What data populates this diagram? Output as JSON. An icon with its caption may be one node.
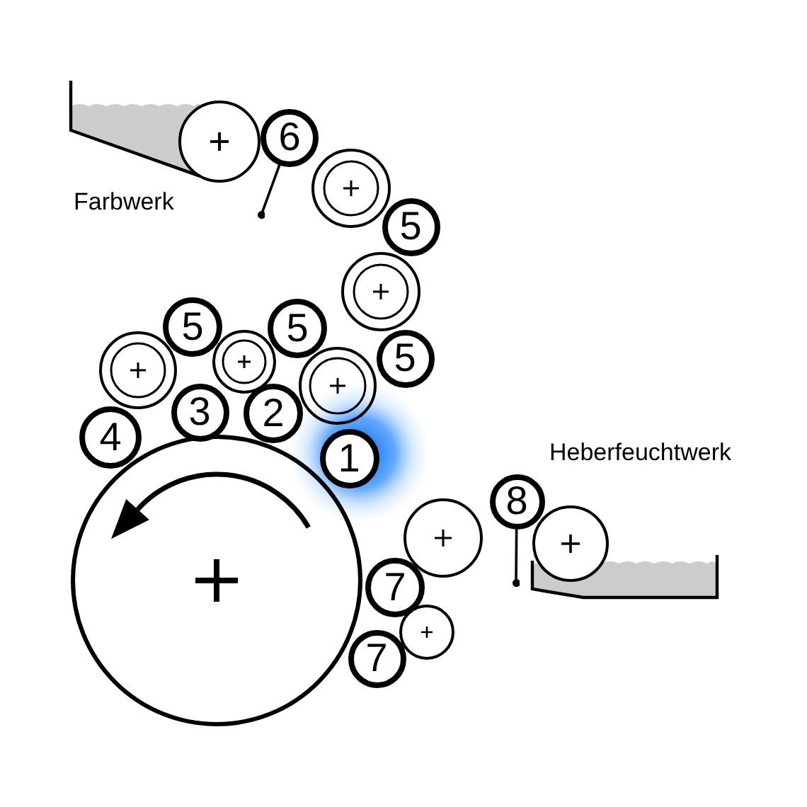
{
  "diagram": {
    "nodes": [
      {
        "text": [],
        "shape": "circle"
      },
      {
        "text": [
          "6"
        ]
      },
      {
        "text": [],
        "shape": "dot"
      },
      {
        "text": [],
        "shape": "ring"
      },
      {
        "text": [
          "5"
        ]
      },
      {
        "text": [],
        "shape": "ring"
      },
      {
        "text": [
          "5"
        ]
      },
      {
        "text": [
          "5"
        ]
      },
      {
        "text": [
          "5"
        ]
      },
      {
        "text": [],
        "shape": "ring"
      },
      {
        "text": [],
        "shape": "ring"
      },
      {
        "text": [],
        "shape": "ring"
      },
      {
        "text": [
          "3"
        ]
      },
      {
        "text": [
          "2"
        ]
      },
      {
        "text": [
          "4"
        ]
      },
      {
        "text": [
          "1"
        ]
      },
      {
        "text": [],
        "shape": "circle"
      },
      {
        "text": [
          "8"
        ]
      },
      {
        "text": [],
        "shape": "dot"
      },
      {
        "text": [],
        "shape": "circle"
      },
      {
        "text": [],
        "shape": "circle"
      },
      {
        "text": [
          "7"
        ]
      },
      {
        "text": [],
        "shape": "circle"
      },
      {
        "text": [
          "7"
        ]
      }
    ],
    "edges": [
      {
        "from": 1,
        "to": 2,
        "arrow": "none"
      },
      {
        "from": 17,
        "to": 18,
        "arrow": "none"
      }
    ],
    "labels": [
      "Farbwerk",
      "Heberfeuchtwerk"
    ]
  }
}
